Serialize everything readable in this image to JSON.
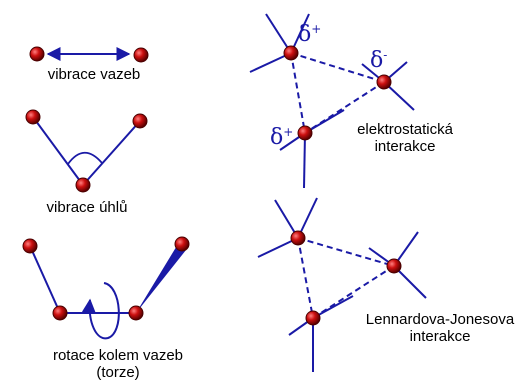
{
  "labels": {
    "bond_vibration": "vibrace vazeb",
    "angle_vibration": "vibrace úhlů",
    "torsion_line1": "rotace kolem vazeb",
    "torsion_line2": "(torze)",
    "electrostatic_line1": "elektrostatická",
    "electrostatic_line2": "interakce",
    "lj_line1": "Lennardova-Jonesova",
    "lj_line2": "interakce"
  },
  "charges": {
    "top": "δ",
    "top_sign": "+",
    "right": "δ",
    "right_sign": "-",
    "left": "δ",
    "left_sign": "+"
  },
  "colors": {
    "bond": "#1a1aa6",
    "atom_fill": "#b00000",
    "atom_edge": "#4a0000",
    "atom_highlight": "#ff8080",
    "text": "#000000"
  }
}
